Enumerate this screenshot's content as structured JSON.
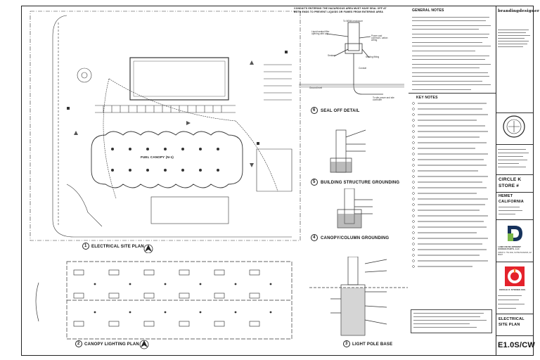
{
  "top_note": {
    "line1": "CONDUITS ENTERING THE HAZARDOUS AREA MUST HAVE SEAL OFF AT",
    "line2": "BOTH ENDS TO PREVENT LIQUIDS OR FUMES FROM ENTERING AREA"
  },
  "general_notes": {
    "title": "GENERAL NOTES"
  },
  "key_notes": {
    "title": "KEY NOTES"
  },
  "views": [
    {
      "num": "1",
      "title": "ELECTRICAL SITE PLAN"
    },
    {
      "num": "2",
      "title": "CANOPY LIGHTING PLAN"
    },
    {
      "num": "3",
      "title": "LIGHT POLE BASE"
    },
    {
      "num": "4",
      "title": "CANOPY/COLUMN GROUNDING"
    },
    {
      "num": "5",
      "title": "BUILDING STRUCTURE GROUNDING"
    },
    {
      "num": "6",
      "title": "SEAL OFF DETAIL"
    }
  ],
  "site_labels": {
    "fuel_canopy": "FUEL CANOPY (N-1)"
  },
  "seal_detail_labels": {
    "nema": "To NEMA enclosure",
    "liquid_sealed": "Liquid sealed filler opening with cap",
    "power": "Power and communi- cation wiring",
    "sealant": "Sealant",
    "sealing_fitting": "Sealing fitting",
    "conduit": "Conduit",
    "ground": "Ground level",
    "to_site": "To site power and site controller"
  },
  "title_block": {
    "firm_logo": "brandingdesigner",
    "project_line1": "CIRCLE K",
    "project_line2": "STORE #",
    "location_line1": "HEMET",
    "location_line2": "CALIFORNIA",
    "developer": "LAND DEVELOPMENT CONSULTANTS, LLC",
    "developer_address": "19815 N. 7TH AVE, SUITE PHOENIX, AZ 85027",
    "client_caption": "CIRCLE K STORES INC.",
    "sheet_title_1": "ELECTRICAL",
    "sheet_title_2": "SITE PLAN",
    "sheet_number": "E1.0S/CW"
  },
  "colors": {
    "line": "#222222",
    "brand_red": "#e4222b",
    "brand_orange": "#f47b20",
    "ld_blue": "#16325c",
    "ld_green": "#7ab648"
  }
}
